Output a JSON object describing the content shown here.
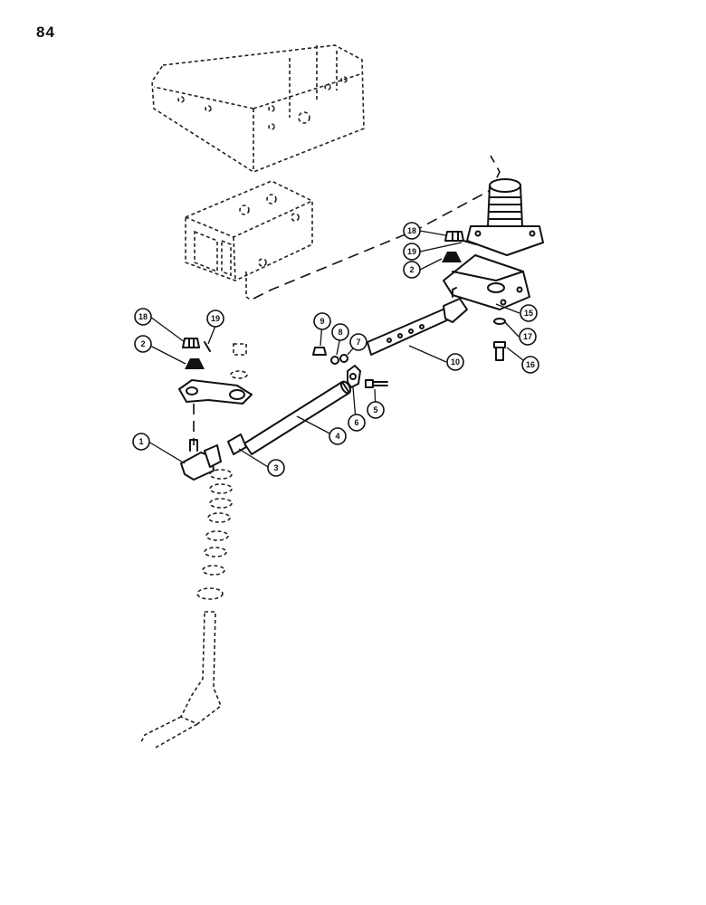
{
  "page": {
    "number": "84"
  },
  "callouts": [
    {
      "id": "c1",
      "label": "1"
    },
    {
      "id": "c2a",
      "label": "2"
    },
    {
      "id": "c2b",
      "label": "2"
    },
    {
      "id": "c3",
      "label": "3"
    },
    {
      "id": "c4",
      "label": "4"
    },
    {
      "id": "c5",
      "label": "5"
    },
    {
      "id": "c6",
      "label": "6"
    },
    {
      "id": "c7",
      "label": "7"
    },
    {
      "id": "c8",
      "label": "8"
    },
    {
      "id": "c9",
      "label": "9"
    },
    {
      "id": "c10",
      "label": "10"
    },
    {
      "id": "c15",
      "label": "15"
    },
    {
      "id": "c16",
      "label": "16"
    },
    {
      "id": "c17",
      "label": "17"
    },
    {
      "id": "c18a",
      "label": "18"
    },
    {
      "id": "c18b",
      "label": "18"
    },
    {
      "id": "c19a",
      "label": "19"
    },
    {
      "id": "c19b",
      "label": "19"
    }
  ]
}
